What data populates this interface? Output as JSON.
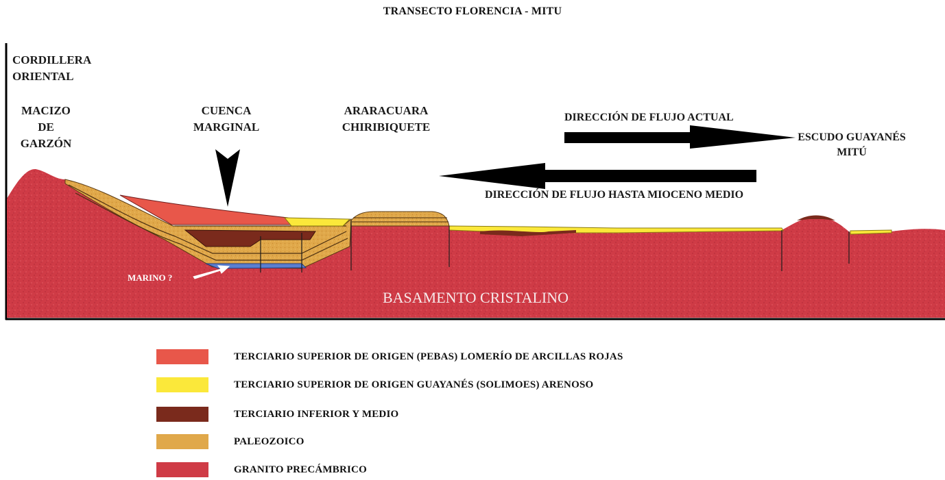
{
  "title": "TRANSECTO FLORENCIA - MITU",
  "labels": {
    "cordillera": [
      "CORDILLERA",
      "ORIENTAL"
    ],
    "macizo": [
      "MACIZO",
      "DE",
      "GARZÓN"
    ],
    "cuenca": [
      "CUENCA",
      "MARGINAL"
    ],
    "araracuara": [
      "ARARACUARA",
      "CHIRIBIQUETE"
    ],
    "flujo_actual": "DIRECCIÓN DE FLUJO ACTUAL",
    "flujo_mioceno": "DIRECCIÓN DE FLUJO HASTA MIOCENO MEDIO",
    "escudo": [
      "ESCUDO GUAYANÉS",
      "MITÚ"
    ],
    "marino": "MARINO ?",
    "basamento": "BASAMENTO CRISTALINO"
  },
  "legend": [
    {
      "label": "TERCIARIO SUPERIOR DE ORIGEN (PEBAS) LOMERÍO DE ARCILLAS ROJAS",
      "color": "#e8574a"
    },
    {
      "label": "TERCIARIO SUPERIOR DE ORIGEN GUAYANÉS (SOLIMOES) ARENOSO",
      "color": "#fbe83a"
    },
    {
      "label": "TERCIARIO INFERIOR Y MEDIO",
      "color": "#7a2a1c"
    },
    {
      "label": "PALEOZOICO",
      "color": "#e0a84a"
    },
    {
      "label": "GRANITO PRECÁMBRICO",
      "color": "#cf3b46"
    }
  ],
  "colors": {
    "granite": "#cf3b46",
    "paleozoic": "#e0a84a",
    "tertiary_lower": "#7a2a1c",
    "solimoes": "#fbe83a",
    "pebas": "#e8574a",
    "marine": "#5b7fd0",
    "arrow": "#000000"
  }
}
